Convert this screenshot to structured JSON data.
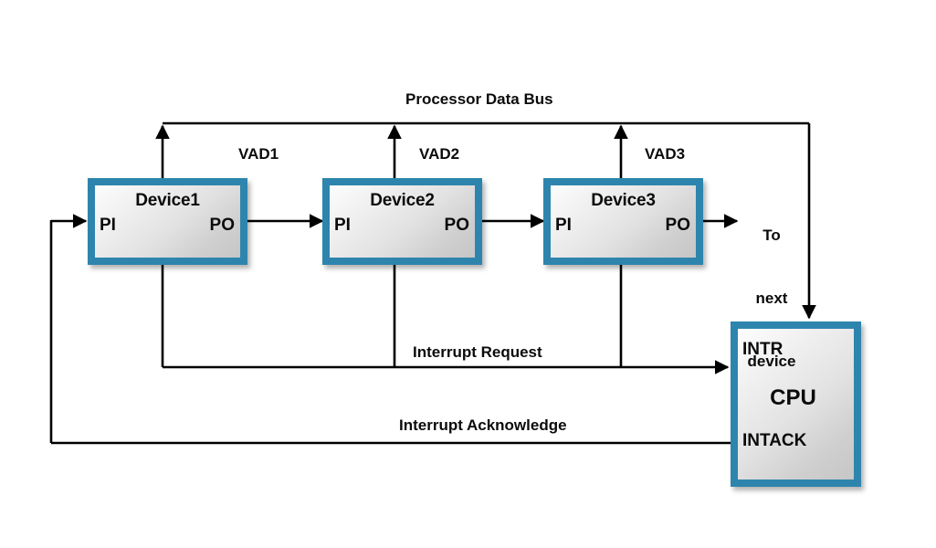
{
  "diagram": {
    "title_label": "Processor Data Bus",
    "colors": {
      "box_border": "#2d85ad",
      "box_fill_light": "#fdfdfd",
      "box_fill_dark": "#c6c6c6",
      "wire": "#000000",
      "text": "#0b0b0b",
      "background": "#ffffff"
    },
    "devices": [
      {
        "title": "Device1",
        "pi": "PI",
        "po": "PO",
        "vad": "VAD1"
      },
      {
        "title": "Device2",
        "pi": "PI",
        "po": "PO",
        "vad": "VAD2"
      },
      {
        "title": "Device3",
        "pi": "PI",
        "po": "PO",
        "vad": "VAD3"
      }
    ],
    "cpu": {
      "name": "CPU",
      "intr": "INTR",
      "intack": "INTACK"
    },
    "labels": {
      "processor_data_bus": "Processor Data Bus",
      "interrupt_request": "Interrupt Request",
      "interrupt_acknowledge": "Interrupt Acknowledge",
      "to_next_device_line1": "To",
      "to_next_device_line2": "next",
      "to_next_device_line3": "device"
    }
  }
}
